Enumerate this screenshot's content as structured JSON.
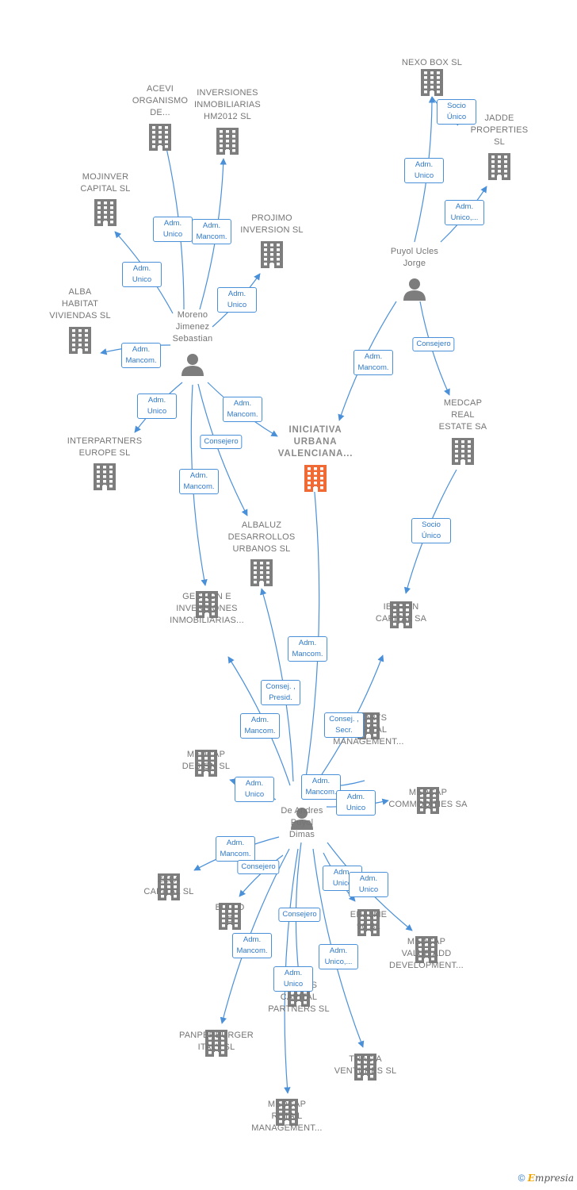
{
  "colors": {
    "edge": "#4a90d9",
    "company": "#7d7d7d",
    "main_company": "#f06a35",
    "person": "#7d7d7d"
  },
  "nodes": [
    {
      "id": "nexo",
      "type": "company",
      "label": "NEXO BOX  SL"
    },
    {
      "id": "jadde",
      "type": "company",
      "label": "JADDE\nPROPERTIES\nSL"
    },
    {
      "id": "acevi",
      "type": "company",
      "label": "ACEVI\nORGANISMO\nDE..."
    },
    {
      "id": "inv_hm",
      "type": "company",
      "label": "INVERSIONES\nINMOBILIARIAS\nHM2012 SL"
    },
    {
      "id": "mojinver",
      "type": "company",
      "label": "MOJINVER\nCAPITAL SL"
    },
    {
      "id": "projimo",
      "type": "company",
      "label": "PROJIMO\nINVERSION SL"
    },
    {
      "id": "alba",
      "type": "company",
      "label": "ALBA\nHABITAT\nVIVIENDAS  SL"
    },
    {
      "id": "iniciativa",
      "type": "company",
      "main": true,
      "label": "INICIATIVA\nURBANA\nVALENCIANA..."
    },
    {
      "id": "interpartners",
      "type": "company",
      "label": "INTERPARTNERS\nEUROPE  SL"
    },
    {
      "id": "medcap_real",
      "type": "company",
      "label": "MEDCAP\nREAL\nESTATE SA"
    },
    {
      "id": "albaluz",
      "type": "company",
      "label": "ALBALUZ\nDESARROLLOS\nURBANOS SL"
    },
    {
      "id": "gestion",
      "type": "company",
      "label": "GESTION E\nINVERSIONES\nINMOBILIARIAS..."
    },
    {
      "id": "iberfin",
      "type": "company",
      "label": "IBERFIN\nCAPITAL SA"
    },
    {
      "id": "sports_mgmt",
      "type": "company",
      "label": "SPORTS\nCAPITAL\nMANAGEMENT..."
    },
    {
      "id": "medcap_design",
      "type": "company",
      "label": "MEDCAP\nDESIGN  SL"
    },
    {
      "id": "medcap_comm",
      "type": "company",
      "label": "MEDCAP\nCOMMODITIES SA"
    },
    {
      "id": "zela",
      "type": "company",
      "label": "ZELA\nCAPITAL SL"
    },
    {
      "id": "bullo",
      "type": "company",
      "label": "BULLO\nS"
    },
    {
      "id": "eralme",
      "type": "company",
      "label": "ERALME\n96  SL"
    },
    {
      "id": "medcap_value",
      "type": "company",
      "label": "MEDCAP\nVALUE ADD\nDEVELOPMENT..."
    },
    {
      "id": "sports_partners",
      "type": "company",
      "label": "SPORTS\nCAPITAL\nPARTNERS  SL"
    },
    {
      "id": "panperburger",
      "type": "company",
      "label": "PANPERBURGER\nITALY  SL"
    },
    {
      "id": "tracia",
      "type": "company",
      "label": "TRACIA\nVENTURES  SL"
    },
    {
      "id": "medcap_retail",
      "type": "company",
      "label": "MEDCAP\nRETAIL\nMANAGEMENT..."
    },
    {
      "id": "puyol",
      "type": "person",
      "label": "Puyol Ucles\nJorge"
    },
    {
      "id": "moreno",
      "type": "person",
      "label": "Moreno\nJimenez\nSebastian"
    },
    {
      "id": "deandres",
      "type": "person",
      "label": "De Andres\nPuyol\nDimas"
    }
  ],
  "edges": [
    {
      "id": "e1",
      "from": "puyol",
      "to": "nexo",
      "label": "Adm.\nUnico"
    },
    {
      "id": "e2",
      "from": "nexo",
      "to": "puyol",
      "label": "Socio\nÚnico"
    },
    {
      "id": "e3",
      "from": "puyol",
      "to": "jadde",
      "label": "Adm.\nUnico,..."
    },
    {
      "id": "e4",
      "from": "puyol",
      "to": "iniciativa",
      "label": "Adm.\nMancom."
    },
    {
      "id": "e5",
      "from": "puyol",
      "to": "medcap_real",
      "label": "Consejero"
    },
    {
      "id": "e6",
      "from": "medcap_real",
      "to": "iberfin",
      "label": "Socio\nÚnico"
    },
    {
      "id": "e7",
      "from": "moreno",
      "to": "acevi",
      "label": "Adm.\nUnico"
    },
    {
      "id": "e8",
      "from": "moreno",
      "to": "inv_hm",
      "label": "Adm.\nMancom."
    },
    {
      "id": "e9",
      "from": "moreno",
      "to": "mojinver",
      "label": "Adm.\nUnico"
    },
    {
      "id": "e10",
      "from": "moreno",
      "to": "projimo",
      "label": "Adm.\nUnico"
    },
    {
      "id": "e11",
      "from": "moreno",
      "to": "alba",
      "label": "Adm.\nMancom."
    },
    {
      "id": "e12",
      "from": "moreno",
      "to": "interpartners",
      "label": "Adm.\nUnico"
    },
    {
      "id": "e13",
      "from": "moreno",
      "to": "iniciativa",
      "label": "Adm.\nMancom."
    },
    {
      "id": "e14",
      "from": "moreno",
      "to": "albaluz",
      "label": "Consejero"
    },
    {
      "id": "e15",
      "from": "moreno",
      "to": "gestion",
      "label": "Adm.\nMancom."
    },
    {
      "id": "e16",
      "from": "deandres",
      "to": "iniciativa",
      "label": "Adm.\nMancom."
    },
    {
      "id": "e17",
      "from": "deandres",
      "to": "albaluz",
      "label": "Consej. ,\nPresid."
    },
    {
      "id": "e18",
      "from": "deandres",
      "to": "gestion",
      "label": "Adm.\nMancom."
    },
    {
      "id": "e19",
      "from": "deandres",
      "to": "iberfin",
      "label": "Consej. ,\nSecr."
    },
    {
      "id": "e20",
      "from": "deandres",
      "to": "sports_mgmt",
      "label": "Adm.\nMancom."
    },
    {
      "id": "e21",
      "from": "deandres",
      "to": "medcap_design",
      "label": "Adm.\nUnico"
    },
    {
      "id": "e22",
      "from": "deandres",
      "to": "medcap_comm",
      "label": "Adm.\nUnico"
    },
    {
      "id": "e23",
      "from": "deandres",
      "to": "zela",
      "label": "Adm.\nMancom."
    },
    {
      "id": "e24",
      "from": "deandres",
      "to": "bullo",
      "label": "Consejero"
    },
    {
      "id": "e25",
      "from": "deandres",
      "to": "eralme",
      "label": "Adm.\nUnico"
    },
    {
      "id": "e26",
      "from": "deandres",
      "to": "medcap_value",
      "label": "Adm.\nUnico"
    },
    {
      "id": "e27",
      "from": "deandres",
      "to": "sports_partners",
      "label": "Consejero"
    },
    {
      "id": "e28",
      "from": "deandres",
      "to": "panperburger",
      "label": "Adm.\nMancom."
    },
    {
      "id": "e29",
      "from": "deandres",
      "to": "medcap_retail",
      "label": "Adm.\nUnico"
    },
    {
      "id": "e30",
      "from": "deandres",
      "to": "tracia",
      "label": "Adm.\nUnico,..."
    }
  ],
  "watermark": {
    "symbol": "©",
    "brand_initial": "E",
    "brand_rest": "mpresia"
  }
}
